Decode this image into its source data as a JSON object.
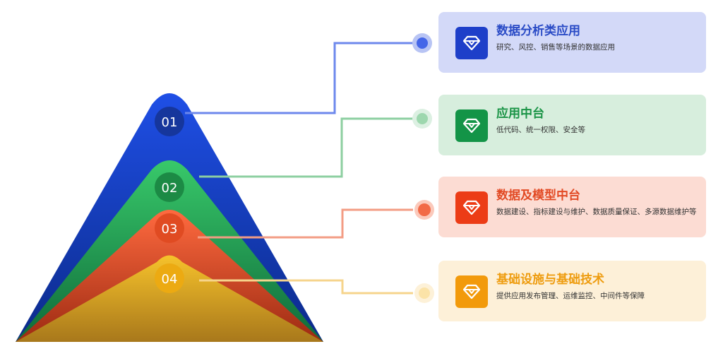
{
  "levels": [
    {
      "number": "01",
      "title": "数据分析类应用",
      "description": "研究、风控、销售等场景的数据应用",
      "icon": "diamond-icon",
      "colors": {
        "accent": "#2f55d4",
        "card_bg": "#d3d9f8",
        "icon_bg": "#1e3fc9",
        "badge": "#16369c",
        "dot": "#4466e8",
        "dot_halo": "#b8c4f4",
        "line": "#6d88ec",
        "title": "#2a4bc6"
      }
    },
    {
      "number": "02",
      "title": "应用中台",
      "description": "低代码、统一权限、安全等",
      "icon": "diamond-icon",
      "colors": {
        "accent": "#1e9a4a",
        "card_bg": "#d7eedd",
        "icon_bg": "#139447",
        "badge": "#1c8a45",
        "dot": "#9dd7ae",
        "dot_halo": "#dcf0e2",
        "line": "#8dcfa1",
        "title": "#1a9446"
      }
    },
    {
      "number": "03",
      "title": "数据及模型中台",
      "description": "数据建设、指标建设与维护、数据质量保证、多源数据维护等",
      "icon": "diamond-icon",
      "colors": {
        "accent": "#e8512d",
        "card_bg": "#fcdcd3",
        "icon_bg": "#ec3c16",
        "badge": "#e04b22",
        "dot": "#f26a47",
        "dot_halo": "#fbc9bb",
        "line": "#f39c84",
        "title": "#e24a24"
      }
    },
    {
      "number": "04",
      "title": "基础设施与基础技术",
      "description": "提供应用发布管理、运维监控、中间件等保障",
      "icon": "diamond-icon",
      "colors": {
        "accent": "#f0a514",
        "card_bg": "#fdf0d8",
        "icon_bg": "#f29a0b",
        "badge": "#ecaa12",
        "dot": "#fbe3a8",
        "dot_halo": "#fdf1d8",
        "line": "#f6d48c",
        "title": "#ee9c0f"
      }
    }
  ]
}
